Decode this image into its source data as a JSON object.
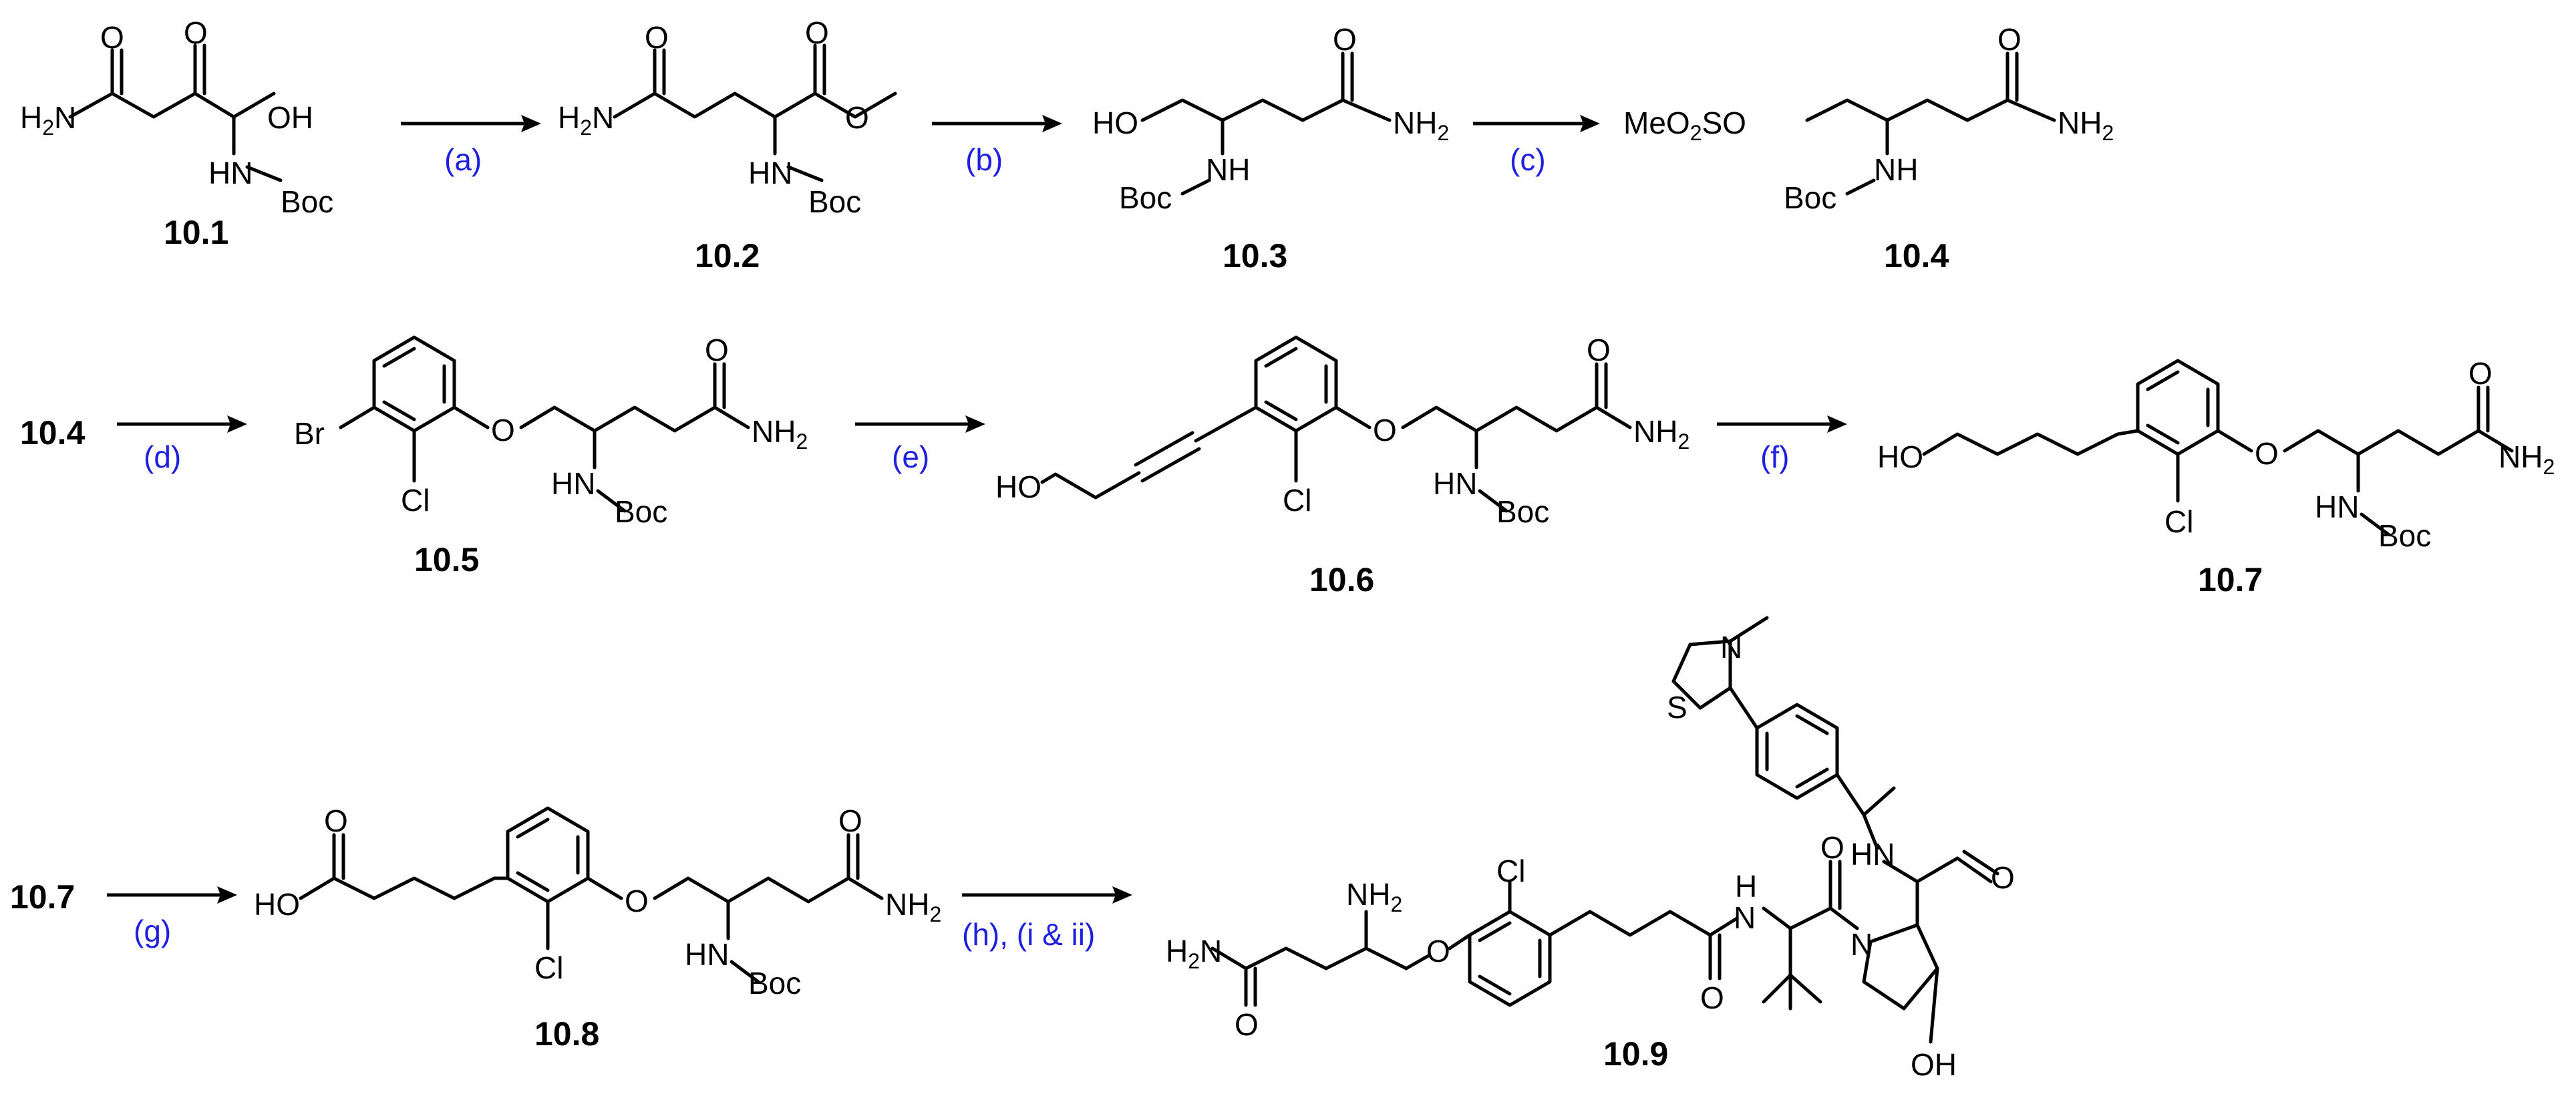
{
  "compounds": {
    "c10_1": "10.1",
    "c10_2": "10.2",
    "c10_3": "10.3",
    "c10_4": "10.4",
    "c10_5": "10.5",
    "c10_6": "10.6",
    "c10_7": "10.7",
    "c10_8": "10.8",
    "c10_9": "10.9"
  },
  "conditions": {
    "a": "(a)",
    "b": "(b)",
    "c": "(c)",
    "d": "(d)",
    "e": "(e)",
    "f": "(f)",
    "g": "(g)",
    "h": "(h), (i & ii)"
  },
  "atoms": {
    "h2n": "H",
    "h2n_n": "N",
    "two": "2",
    "n": "N",
    "nh": "NH",
    "hn": "HN",
    "nh2": "NH",
    "oh": "OH",
    "ho": "HO",
    "o": "O",
    "boc": "Boc",
    "meo": "MeO",
    "so": "SO",
    "br": "Br",
    "cl": "Cl",
    "s": "S",
    "h": "H"
  },
  "colors": {
    "condition": "#1f1fe0",
    "ink": "#000000"
  }
}
